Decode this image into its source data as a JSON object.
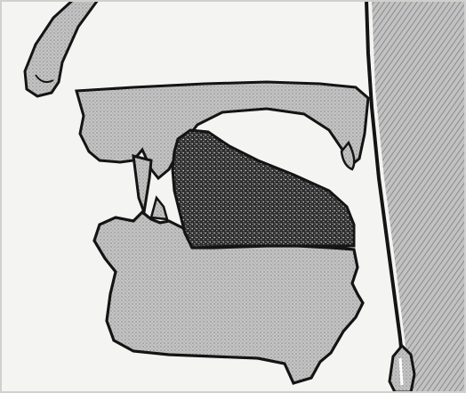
{
  "figure": {
    "kind": "sagittal-section-of-vocal-tract",
    "regions": [
      {
        "name": "nasal-passage",
        "icon": "nose-icon"
      },
      {
        "name": "hard-palate-and-velum",
        "icon": "palate-icon"
      },
      {
        "name": "upper-lip-and-teeth",
        "icon": "upper-teeth-icon"
      },
      {
        "name": "tongue",
        "icon": "tongue-icon",
        "highlighted": true
      },
      {
        "name": "lower-lip-and-teeth",
        "icon": "lower-teeth-icon"
      },
      {
        "name": "mandible",
        "icon": "jaw-icon"
      },
      {
        "name": "pharynx-wall",
        "icon": "pharynx-icon"
      },
      {
        "name": "epiglottis",
        "icon": "epiglottis-icon"
      }
    ],
    "colors": {
      "paper": "#f4f4f2",
      "outline": "#141414",
      "light-fill": "#b6b6b6",
      "tongue-fill": "#3a3a3a",
      "background-hatch": "#8a8a8a"
    }
  }
}
